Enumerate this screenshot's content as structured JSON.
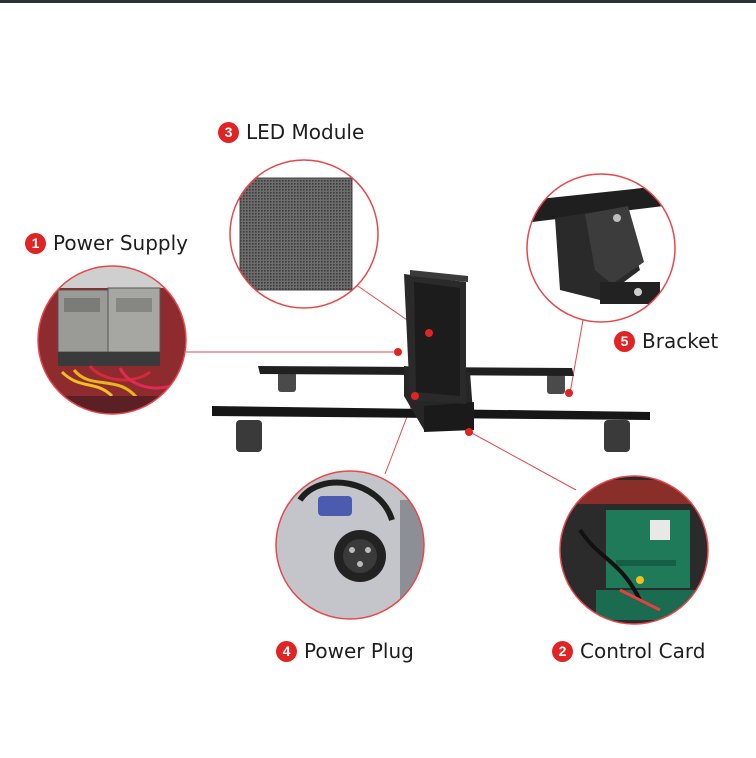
{
  "colors": {
    "accent": "#e02424",
    "leader": "#e8474a",
    "text": "#1e1e1e"
  },
  "callouts": [
    {
      "id": "power-supply",
      "number": "1",
      "label": "Power Supply"
    },
    {
      "id": "control-card",
      "number": "2",
      "label": "Control Card"
    },
    {
      "id": "led-module",
      "number": "3",
      "label": "LED Module"
    },
    {
      "id": "power-plug",
      "number": "4",
      "label": "Power Plug"
    },
    {
      "id": "bracket",
      "number": "5",
      "label": "Bracket"
    }
  ],
  "icons": {
    "callout": "red-numbered-circle",
    "photos": [
      "power-supply-photo",
      "led-module-photo",
      "bracket-photo",
      "power-plug-photo",
      "control-card-photo"
    ]
  }
}
